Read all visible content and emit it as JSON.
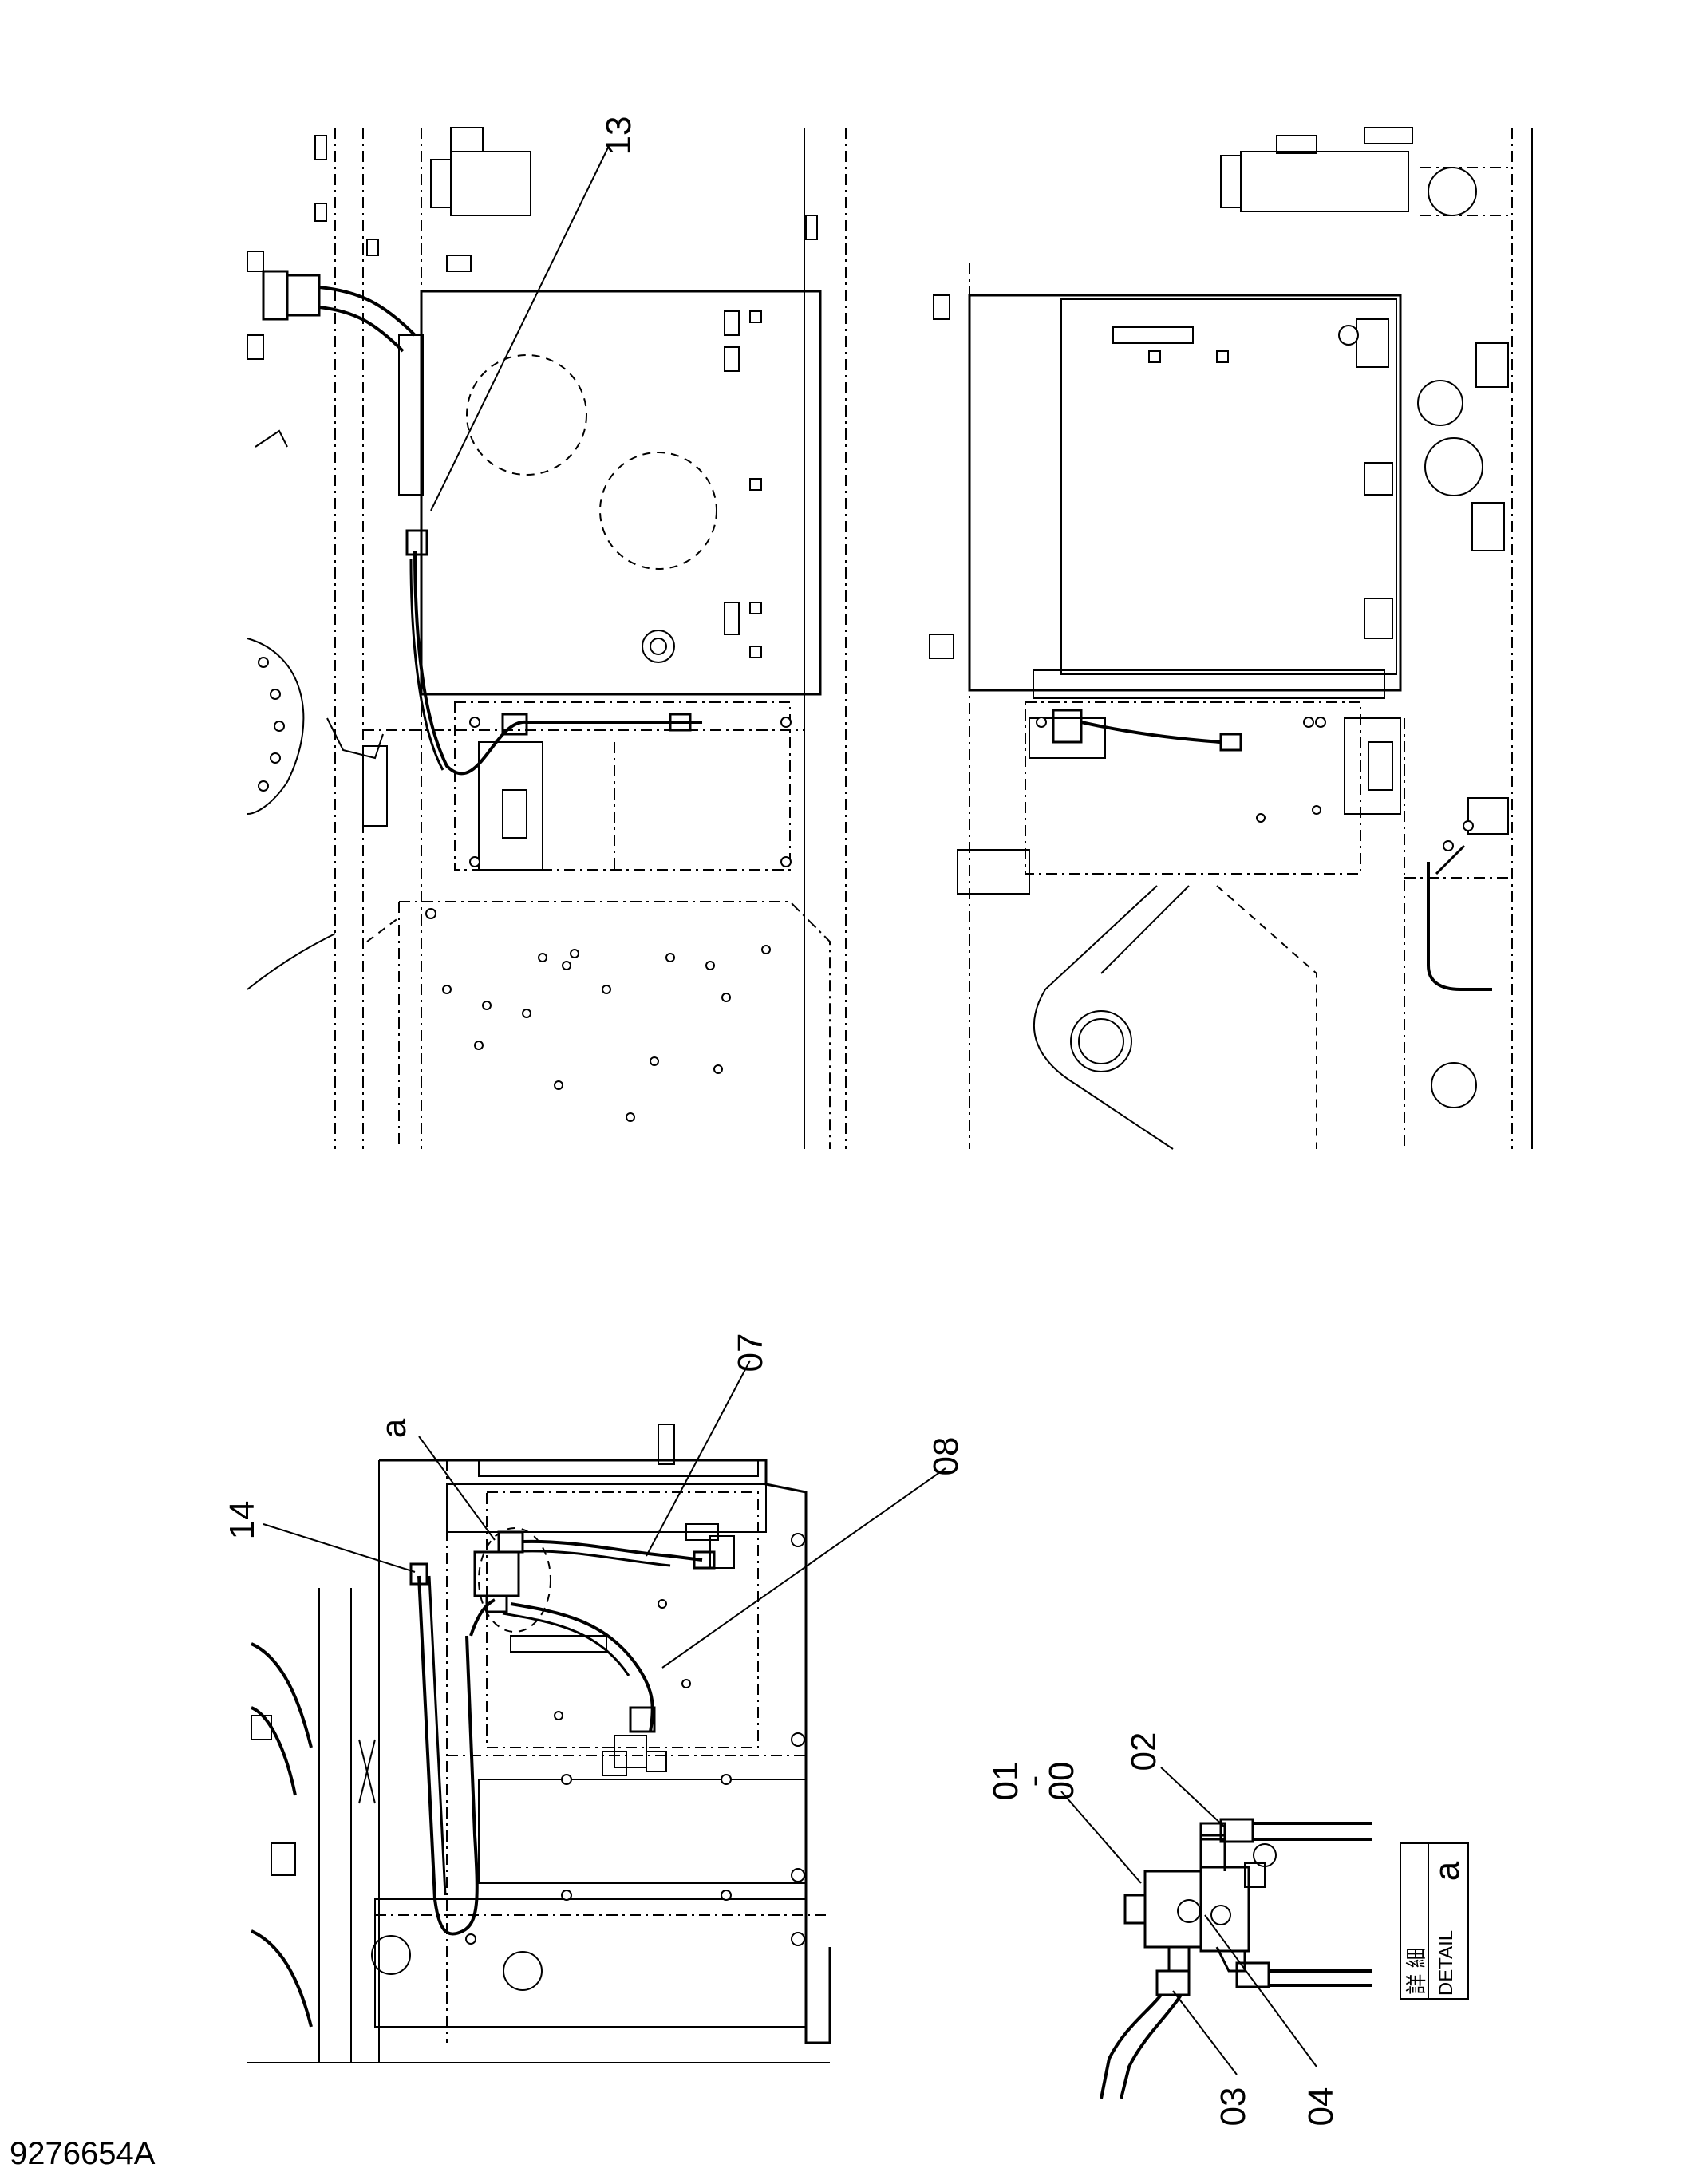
{
  "drawing": {
    "document_number": "9276654A",
    "detail_box": {
      "kanji": "詳 細",
      "label": "DETAIL",
      "letter": "a"
    },
    "callouts": {
      "c13": "13",
      "c14": "14",
      "c07": "07",
      "c08": "08",
      "c_a": "a",
      "c01": "01",
      "c_dash": "-",
      "c00": "00",
      "c02": "02",
      "c03": "03",
      "c04": "04"
    }
  }
}
